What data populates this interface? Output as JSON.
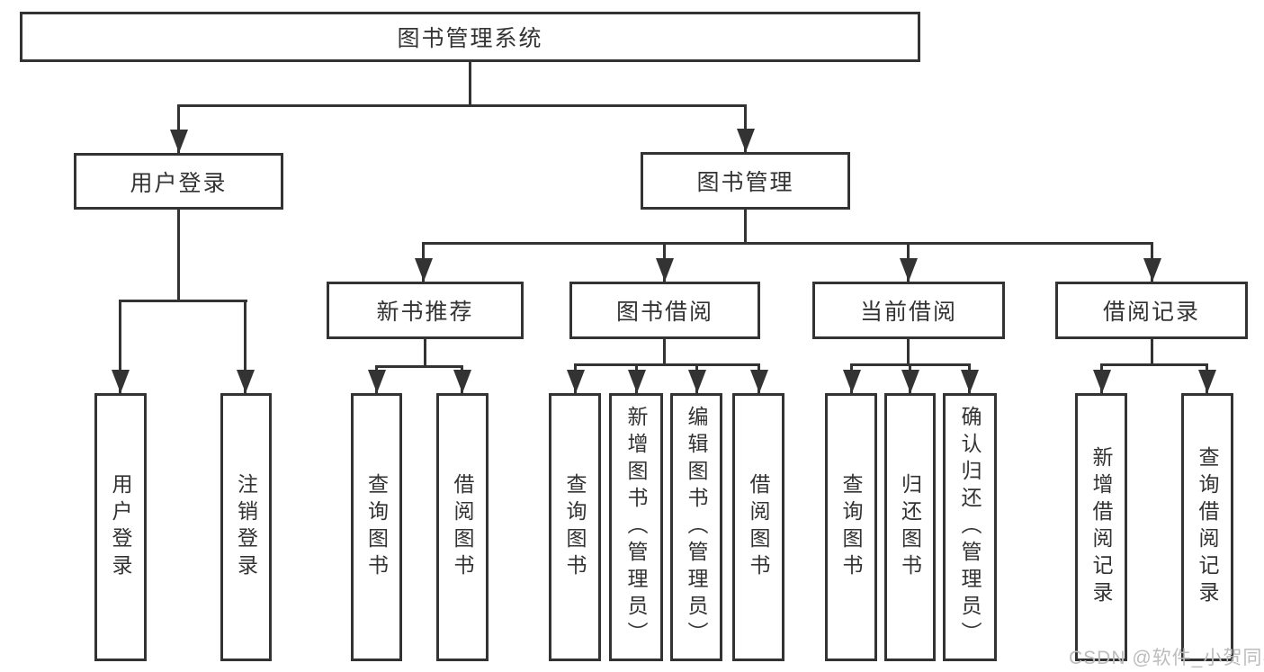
{
  "tree": {
    "label": "图书管理系统",
    "children": [
      {
        "label": "用户登录",
        "children": [
          {
            "label": "用户登录"
          },
          {
            "label": "注销登录"
          }
        ]
      },
      {
        "label": "图书管理",
        "children": [
          {
            "label": "新书推荐",
            "children": [
              {
                "label": "查询图书"
              },
              {
                "label": "借阅图书"
              }
            ]
          },
          {
            "label": "图书借阅",
            "children": [
              {
                "label": "查询图书"
              },
              {
                "label": "新增图书（管理员）"
              },
              {
                "label": "编辑图书（管理员）"
              },
              {
                "label": "借阅图书"
              }
            ]
          },
          {
            "label": "当前借阅",
            "children": [
              {
                "label": "查询图书"
              },
              {
                "label": "归还图书"
              },
              {
                "label": "确认归还（管理员）"
              }
            ]
          },
          {
            "label": "借阅记录",
            "children": [
              {
                "label": "新增借阅记录"
              },
              {
                "label": "查询借阅记录"
              }
            ]
          }
        ]
      }
    ]
  },
  "watermark": {
    "text": "CSDN @软件_小贺同学"
  },
  "colors": {
    "line": "#333333",
    "node_border": "#333333",
    "text": "#333333",
    "background": "#ffffff",
    "watermark": "#bcbcbc"
  }
}
